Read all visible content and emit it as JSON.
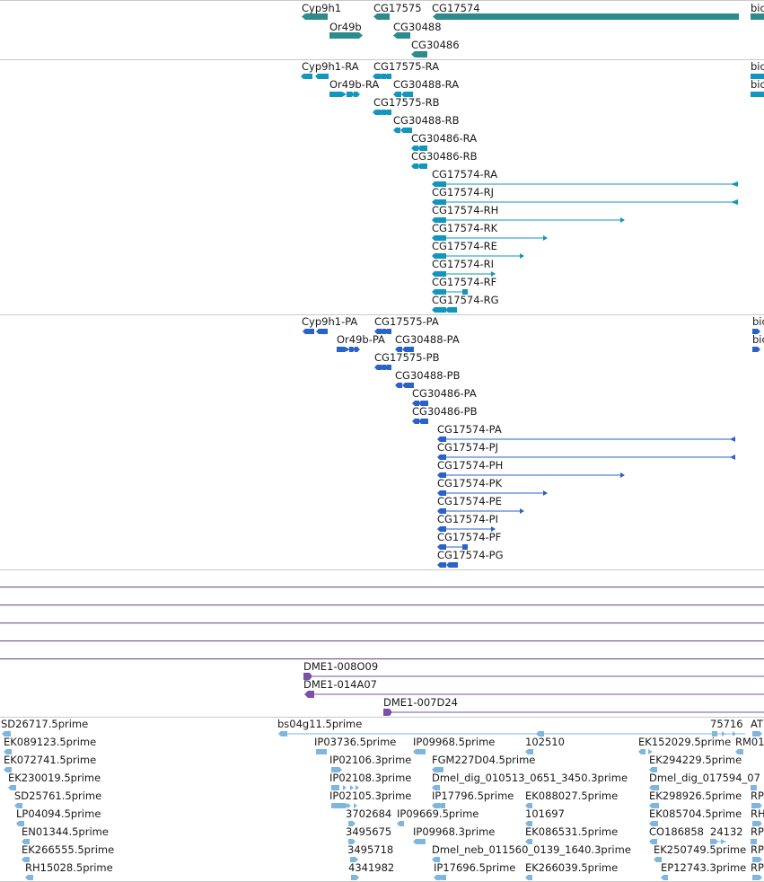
{
  "colors": {
    "gene": "#2e8b8b",
    "mrna": "#1296be",
    "protein": "#2a62c8",
    "cdna": "#7c50aa",
    "est": "#7fb6e0",
    "separator": "#c9c9c9",
    "line_track": "#7a5a9a"
  },
  "genes": [
    {
      "label": "Cyp9h1",
      "strand": "-"
    },
    {
      "label": "Or49b",
      "strand": "+"
    },
    {
      "label": "CG17575",
      "strand": "-"
    },
    {
      "label": "CG30488",
      "strand": "-"
    },
    {
      "label": "CG30486",
      "strand": "-"
    },
    {
      "label": "CG17574",
      "strand": "-"
    },
    {
      "label": "bic",
      "strand": "+"
    }
  ],
  "mrna": [
    {
      "label": "Cyp9h1-RA"
    },
    {
      "label": "CG17575-RA"
    },
    {
      "label": "bic"
    },
    {
      "label": "Or49b-RA"
    },
    {
      "label": "CG30488-RA"
    },
    {
      "label": "bic"
    },
    {
      "label": "CG17575-RB"
    },
    {
      "label": "CG30488-RB"
    },
    {
      "label": "CG30486-RA"
    },
    {
      "label": "CG30486-RB"
    },
    {
      "label": "CG17574-RA"
    },
    {
      "label": "CG17574-RJ"
    },
    {
      "label": "CG17574-RH"
    },
    {
      "label": "CG17574-RK"
    },
    {
      "label": "CG17574-RE"
    },
    {
      "label": "CG17574-RI"
    },
    {
      "label": "CG17574-RF"
    },
    {
      "label": "CG17574-RG"
    }
  ],
  "protein": [
    {
      "label": "Cyp9h1-PA"
    },
    {
      "label": "CG17575-PA"
    },
    {
      "label": "bic"
    },
    {
      "label": "Or49b-PA"
    },
    {
      "label": "CG30488-PA"
    },
    {
      "label": "bic"
    },
    {
      "label": "CG17575-PB"
    },
    {
      "label": "CG30488-PB"
    },
    {
      "label": "CG30486-PA"
    },
    {
      "label": "CG30486-PB"
    },
    {
      "label": "CG17574-PA"
    },
    {
      "label": "CG17574-PJ"
    },
    {
      "label": "CG17574-PH"
    },
    {
      "label": "CG17574-PK"
    },
    {
      "label": "CG17574-PE"
    },
    {
      "label": "CG17574-PI"
    },
    {
      "label": "CG17574-PF"
    },
    {
      "label": "CG17574-PG"
    }
  ],
  "cdna": [
    {
      "label": "DME1-008O09"
    },
    {
      "label": "DME1-014A07"
    },
    {
      "label": "DME1-007D24"
    }
  ],
  "est": [
    {
      "label": "SD26717.5prime"
    },
    {
      "label": "bs04g11.5prime"
    },
    {
      "label": "75716"
    },
    {
      "label": "AT"
    },
    {
      "label": "EK089123.5prime"
    },
    {
      "label": "IP03736.5prime"
    },
    {
      "label": "IP09968.5prime"
    },
    {
      "label": "102510"
    },
    {
      "label": "EK152029.5prime"
    },
    {
      "label": "RM01"
    },
    {
      "label": "EK072741.5prime"
    },
    {
      "label": "IP02106.3prime"
    },
    {
      "label": "FGM227D04.5prime"
    },
    {
      "label": "EK294229.5prime"
    },
    {
      "label": "EK230019.5prime"
    },
    {
      "label": "IP02108.3prime"
    },
    {
      "label": "Dmel_dig_010513_0651_3450.3prime"
    },
    {
      "label": "Dmel_dig_017594_07"
    },
    {
      "label": "SD25761.5prime"
    },
    {
      "label": "IP02105.3prime"
    },
    {
      "label": "IP17796.5prime"
    },
    {
      "label": "EK088027.5prime"
    },
    {
      "label": "EK298926.5prime"
    },
    {
      "label": "RP"
    },
    {
      "label": "LP04094.5prime"
    },
    {
      "label": "3702684"
    },
    {
      "label": "IP09669.5prime"
    },
    {
      "label": "101697"
    },
    {
      "label": "EK085704.5prime"
    },
    {
      "label": "RH"
    },
    {
      "label": "EN01344.5prime"
    },
    {
      "label": "3495675"
    },
    {
      "label": "IP09968.3prime"
    },
    {
      "label": "EK086531.5prime"
    },
    {
      "label": "CO186858"
    },
    {
      "label": "24132"
    },
    {
      "label": "RP"
    },
    {
      "label": "EK266555.5prime"
    },
    {
      "label": "3495718"
    },
    {
      "label": "Dmel_neb_011560_0139_1640.3prime"
    },
    {
      "label": "EK250749.5prime"
    },
    {
      "label": "RP"
    },
    {
      "label": "RH15028.5prime"
    },
    {
      "label": "4341982"
    },
    {
      "label": "IP17696.5prime"
    },
    {
      "label": "EK266039.5prime"
    },
    {
      "label": "EP12743.3prime"
    },
    {
      "label": "RP"
    }
  ]
}
